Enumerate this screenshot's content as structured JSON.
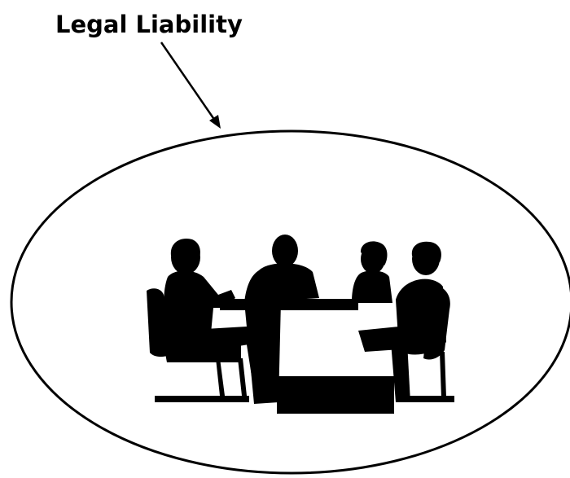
{
  "diagram": {
    "title": "Legal Liability",
    "boundary_shape": "ellipse",
    "illustration": "meeting-silhouette",
    "colors": {
      "ink": "#000000",
      "background": "#ffffff"
    }
  }
}
